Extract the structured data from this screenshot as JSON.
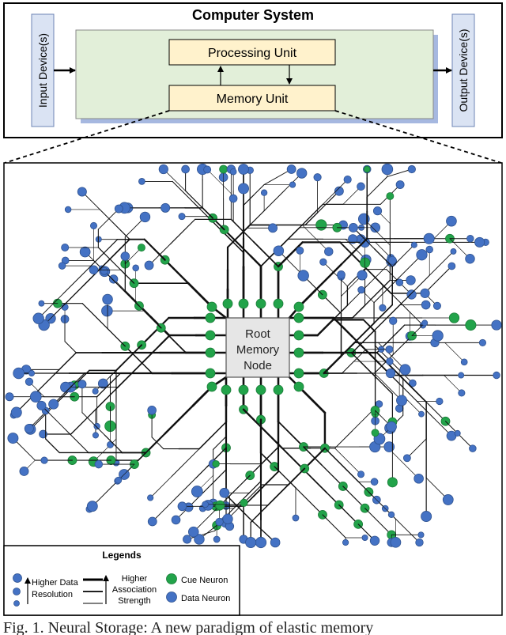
{
  "system": {
    "title": "Computer System",
    "input_label": "Input Device(s)",
    "output_label": "Output Device(s)",
    "processing_label": "Processing Unit",
    "memory_label": "Memory Unit"
  },
  "root": {
    "lines": [
      "Root",
      "Memory",
      "Node"
    ]
  },
  "legend": {
    "title": "Legends",
    "resolution": [
      "Higher Data",
      "Resolution"
    ],
    "association": [
      "Higher",
      "Association",
      "Strength"
    ],
    "cue": "Cue Neuron",
    "data": "Data Neuron"
  },
  "caption": "Fig. 1. Neural Storage: A new paradigm of elastic memory",
  "colors": {
    "cue_neuron": "#22a34a",
    "data_neuron": "#4472c4",
    "unit_fill": "#fff2cc",
    "system_fill": "#e2efd9",
    "device_fill": "#dae3f3",
    "root_fill": "#e6e6e6"
  }
}
